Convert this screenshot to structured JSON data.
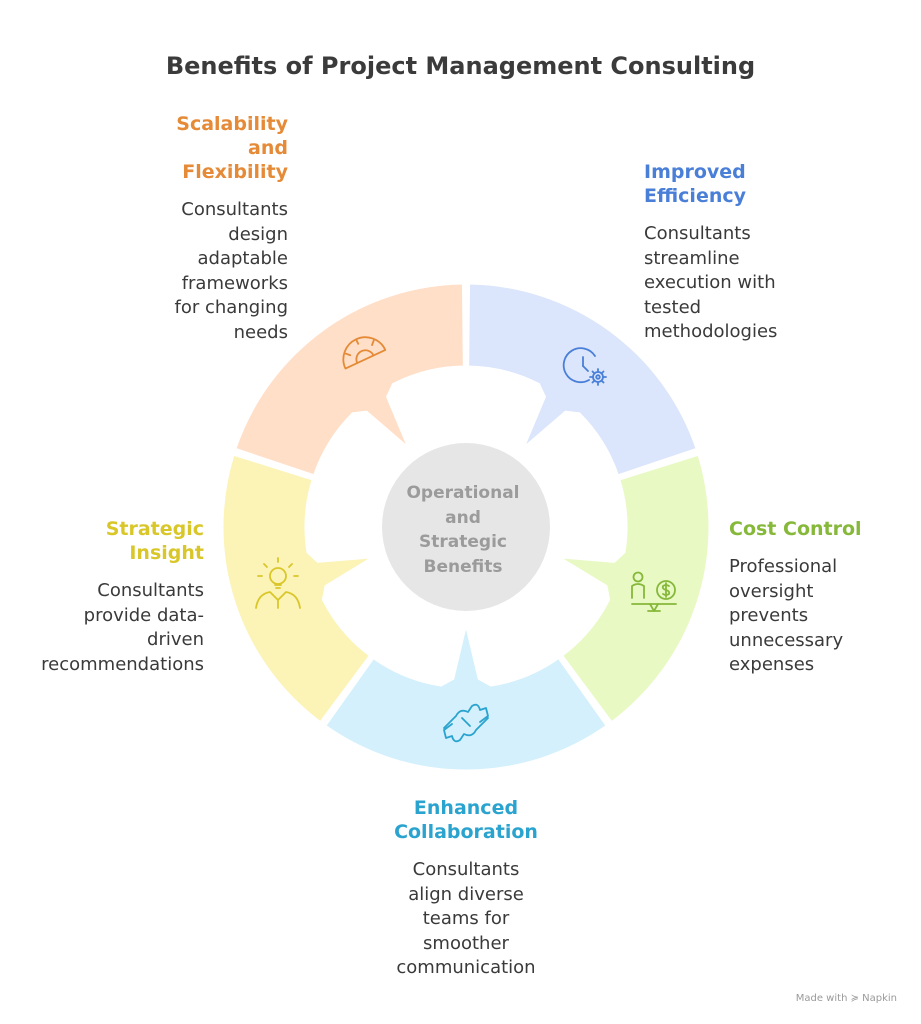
{
  "title": "Benefits of Project Management Consulting",
  "center": {
    "lines": [
      "Operational",
      "and",
      "Strategic",
      "Benefits"
    ],
    "color": "#e6e6e6"
  },
  "segments": [
    {
      "key": "scalability",
      "title_lines": [
        "Scalability",
        "and",
        "Flexibility"
      ],
      "desc_lines": [
        "Consultants",
        "design",
        "adaptable",
        "frameworks",
        "for changing",
        "needs"
      ],
      "color": "#ffdfc8",
      "accent": "#e58a36",
      "icon": "protractor-icon"
    },
    {
      "key": "efficiency",
      "title_lines": [
        "Improved",
        "Efficiency"
      ],
      "desc_lines": [
        "Consultants",
        "streamline",
        "execution with",
        "tested",
        "methodologies"
      ],
      "color": "#dbe5fb",
      "accent": "#4a7fd8",
      "icon": "clock-gear-icon"
    },
    {
      "key": "cost",
      "title_lines": [
        "Cost Control"
      ],
      "desc_lines": [
        "Professional",
        "oversight",
        "prevents",
        "unnecessary",
        "expenses"
      ],
      "color": "#e8f9c4",
      "accent": "#86b83a",
      "icon": "person-balance-dollar-icon"
    },
    {
      "key": "collaboration",
      "title_lines": [
        "Enhanced",
        "Collaboration"
      ],
      "desc_lines": [
        "Consultants",
        "align diverse",
        "teams for",
        "smoother",
        "communication"
      ],
      "color": "#d3f0fc",
      "accent": "#2aa3cf",
      "icon": "puzzle-hands-icon"
    },
    {
      "key": "strategic",
      "title_lines": [
        "Strategic",
        "Insight"
      ],
      "desc_lines": [
        "Consultants",
        "provide data-",
        "driven",
        "recommendations"
      ],
      "color": "#fcf3b7",
      "accent": "#d9c72a",
      "icon": "lightbulb-person-icon"
    }
  ],
  "footer": "Made with ≽ Napkin"
}
